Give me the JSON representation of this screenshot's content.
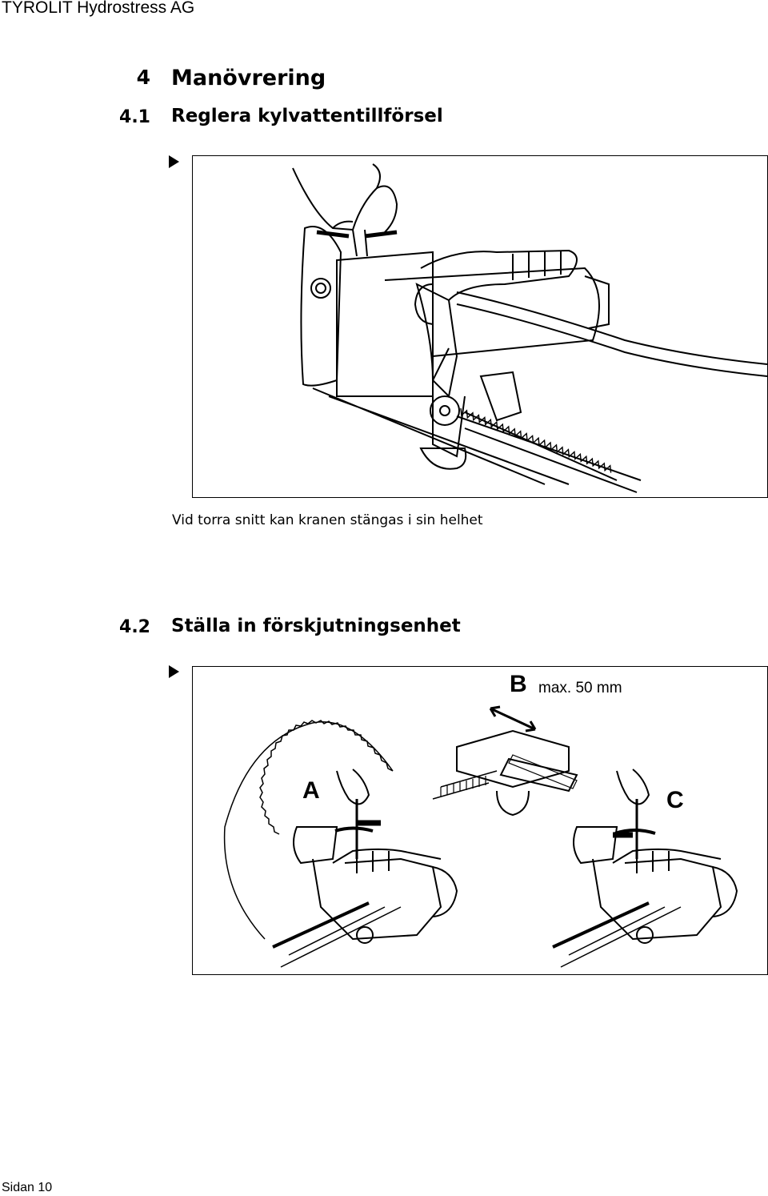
{
  "header": {
    "company": "TYROLIT Hydrostress AG"
  },
  "section": {
    "number": "4",
    "title": "Manövrering"
  },
  "sub1": {
    "number": "4.1",
    "title": "Reglera kylvattentillförsel",
    "note": "Vid torra snitt kan kranen stängas i sin helhet"
  },
  "sub2": {
    "number": "4.2",
    "title": "Ställa in förskjutningsenhet",
    "labels": {
      "a": "A",
      "b": "B",
      "b_note": "max. 50 mm",
      "c": "C"
    }
  },
  "footer": {
    "page": "Sidan 10"
  }
}
